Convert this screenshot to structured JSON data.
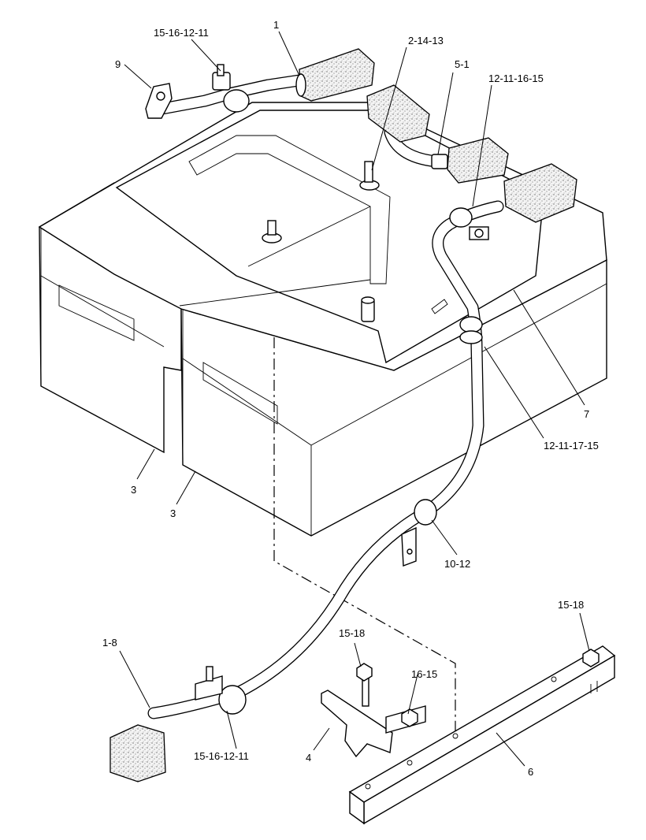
{
  "callouts": {
    "c1": "15-16-12-11",
    "c2": "1",
    "c3": "9",
    "c4": "2-14-13",
    "c5": "5-1",
    "c6": "12-11-16-15",
    "c7": "7",
    "c8": "12-11-17-15",
    "c9": "3",
    "c10": "3",
    "c11": "10-12",
    "c12": "1-8",
    "c13": "15-18",
    "c14": "16-15",
    "c15": "15-18",
    "c16": "15-16-12-11",
    "c17": "4",
    "c18": "6"
  },
  "colors": {
    "line": "#000000",
    "boot_fill": "#e6e6e6",
    "background": "#ffffff"
  }
}
